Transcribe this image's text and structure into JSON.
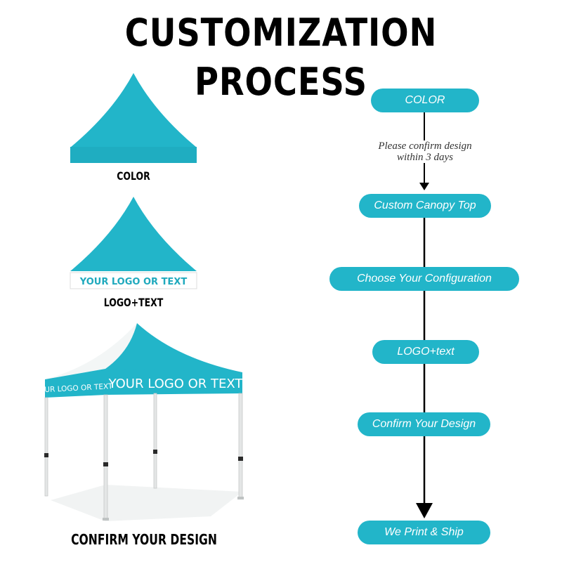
{
  "title": "CUSTOMIZATION PROCESS",
  "left_panel": {
    "caption_color": "COLOR",
    "caption_logo": "LOGO+TEXT",
    "banner_text": "YOUR LOGO OR TEXT",
    "tent_front_text": "YOUR LOGO OR TEXT",
    "tent_side_text": "YOUR LOGO OR TEXT",
    "caption_confirm": "CONFIRM YOUR DESIGN"
  },
  "flow": {
    "steps": [
      "COLOR",
      "Custom Canopy Top",
      "Choose Your Configuration",
      "LOGO+text",
      "Confirm Your Design",
      "We Print & Ship"
    ],
    "note_line1": "Please confirm design",
    "note_line2": "within 3 days"
  },
  "colors": {
    "teal": "#22b5c9",
    "banner_text": "#1fa9bd"
  }
}
